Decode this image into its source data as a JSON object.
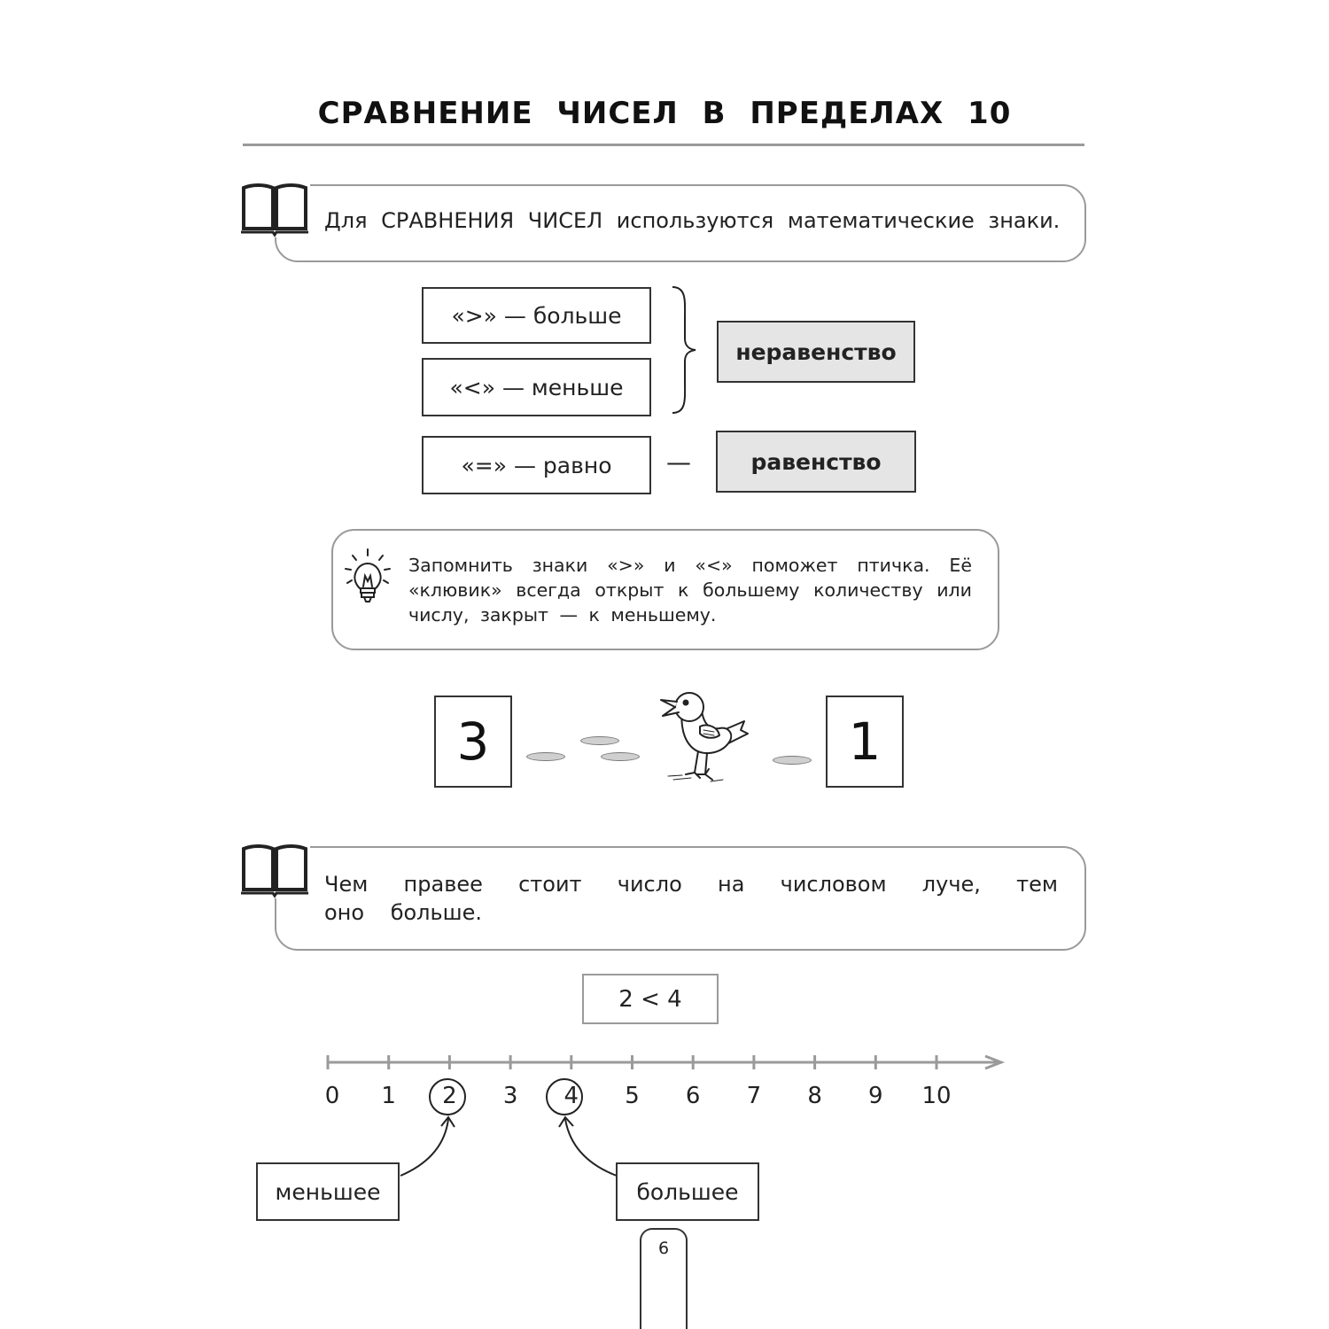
{
  "page": {
    "title": "СРАВНЕНИЕ ЧИСЕЛ В ПРЕДЕЛАХ 10",
    "page_number": "6"
  },
  "rule1": {
    "icon": "open-book-icon",
    "text": "Для СРАВНЕНИЯ ЧИСЕЛ используются математические знаки."
  },
  "signs": {
    "greater": "«>» — больше",
    "less": "«<» — меньше",
    "equal": "«=» — равно",
    "equal_dash": "—",
    "inequality_label": "неравенство",
    "equality_label": "равенство"
  },
  "tip": {
    "icon": "light-bulb-icon",
    "text": "Запомнить знаки «>» и «<» поможет птичка. Её «клювик» всегда открыт к большему количеству или числу, закрыт — к меньшему."
  },
  "bird_example": {
    "left_number": "3",
    "right_number": "1",
    "icon": "bird-icon"
  },
  "rule2": {
    "icon": "open-book-icon",
    "text": "Чем правее стоит число на числовом луче, тем оно больше."
  },
  "number_line": {
    "inequality": "2 < 4",
    "ticks": [
      "0",
      "1",
      "2",
      "3",
      "4",
      "5",
      "6",
      "7",
      "8",
      "9",
      "10"
    ],
    "circled": [
      "2",
      "4"
    ],
    "smaller_label": "меньшее",
    "larger_label": "большее"
  },
  "colors": {
    "frame_gray": "#9a9a9a",
    "fill_gray": "#e5e5e5",
    "ink": "#222222"
  }
}
